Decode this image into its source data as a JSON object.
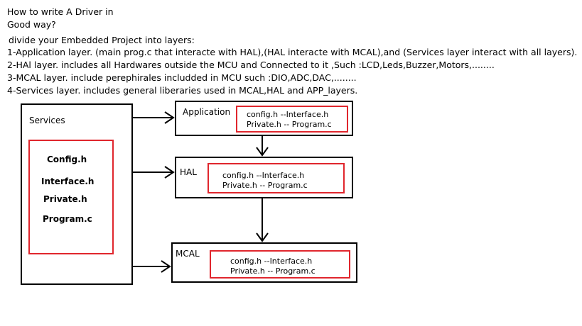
{
  "heading": {
    "line1": "How to write A Driver in",
    "line2": "Good way?"
  },
  "description": {
    "intro": "divide your Embedded Project into layers:",
    "items": [
      "1-Application layer. (main prog.c that interacte with HAL),(HAL interacte with MCAL),and (Services layer interact with all layers).",
      "2-HAl layer.   includes all Hardwares outside the MCU and Connected to it ,Such :LCD,Leds,Buzzer,Motors,........",
      "3-MCAL layer. include perephirales includded in MCU such :DIO,ADC,DAC,........",
      "4-Services layer. includes general liberaries used in MCAL,HAL and APP_layers."
    ]
  },
  "diagram": {
    "services": {
      "label": "Services",
      "files": [
        "Config.h",
        "Interface.h",
        "Private.h",
        "Program.c"
      ]
    },
    "application": {
      "label": "Application",
      "files_line1": "config.h --Interface.h",
      "files_line2": "Private.h -- Program.c"
    },
    "hal": {
      "label": "HAL",
      "files_line1": "config.h --Interface.h",
      "files_line2": "Private.h -- Program.c"
    },
    "mcal": {
      "label": "MCAL",
      "files_line1": "config.h --Interface.h",
      "files_line2": "Private.h -- Program.c"
    }
  },
  "colors": {
    "box_border": "#000000",
    "highlight_border": "#e0262d"
  }
}
